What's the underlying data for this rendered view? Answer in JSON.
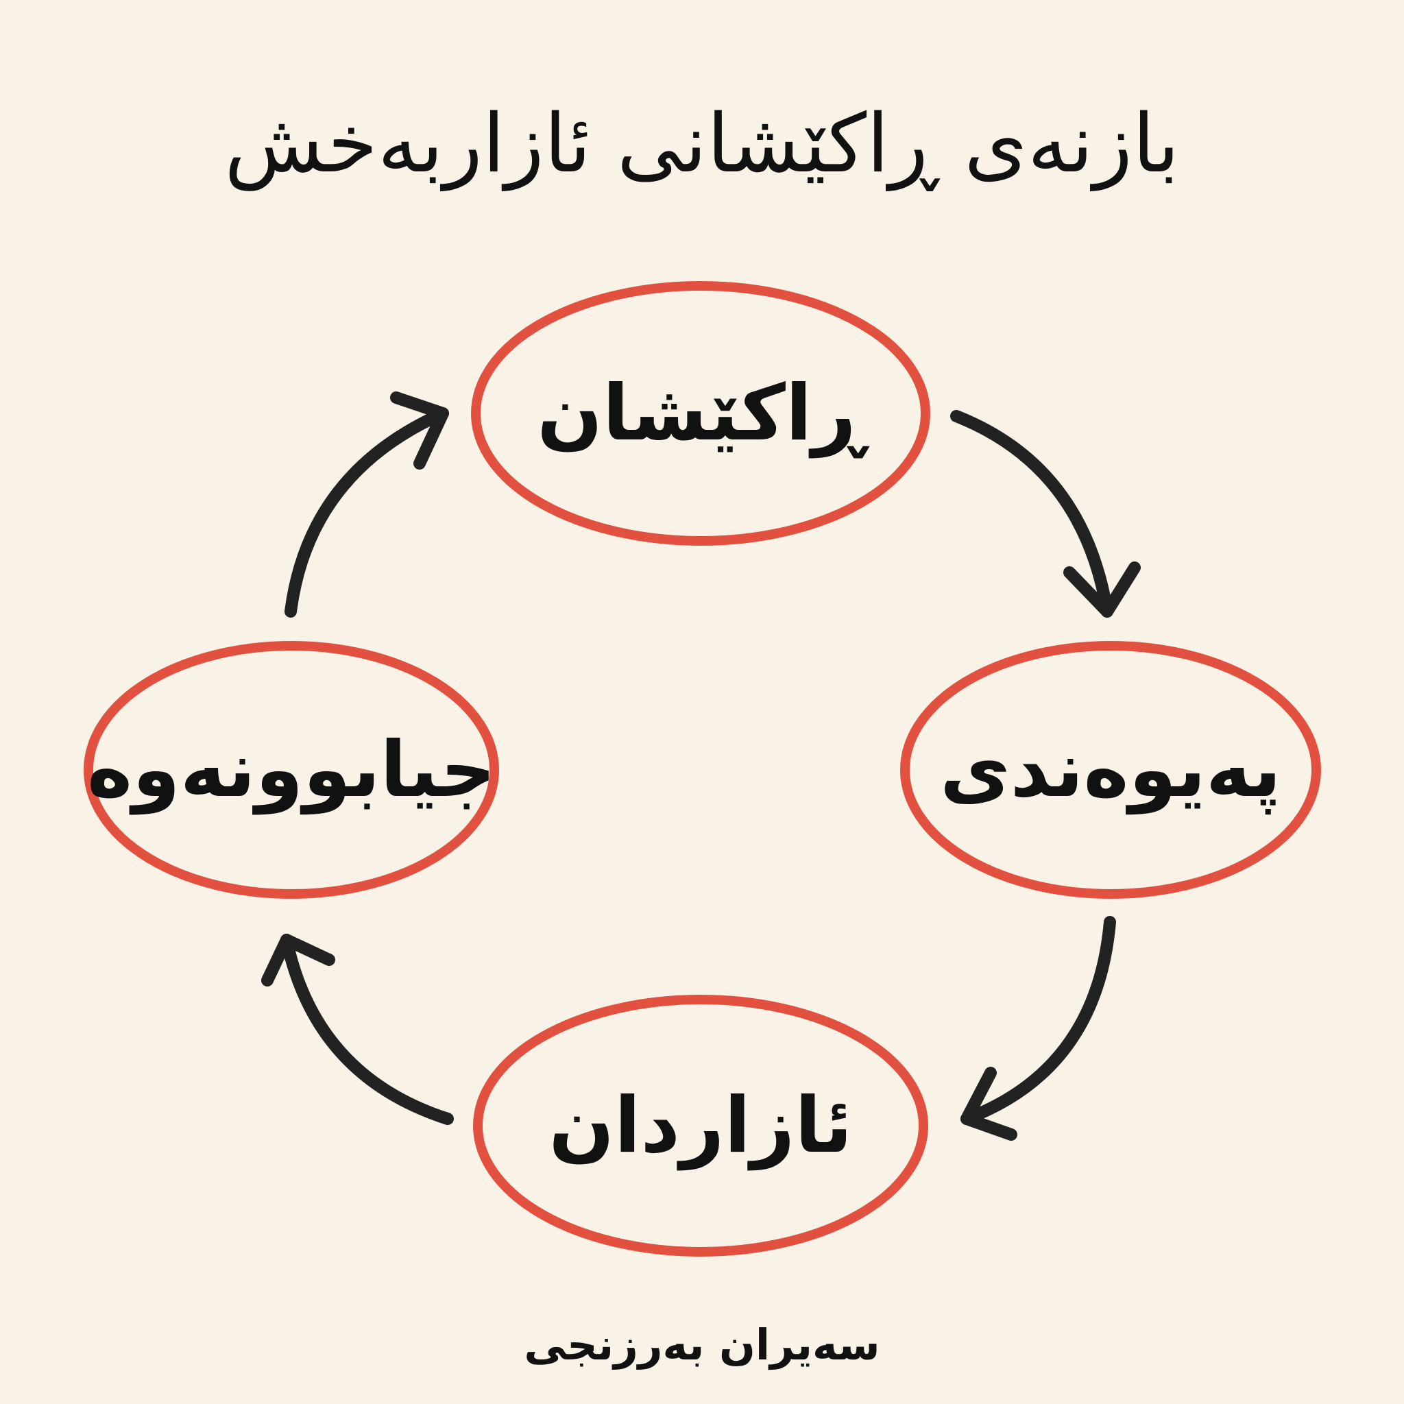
{
  "title": "بازنەی ڕاکێشانی ئازاربەخش",
  "nodes": {
    "attraction": "ڕاکێشان",
    "relationship": "پەیوەندی",
    "abuse": "ئازاردان",
    "separation": "جیابوونەوە"
  },
  "author": "سەیران بەرزنجی",
  "colors": {
    "background": "#f8f2e7",
    "ellipse": "#e2503f",
    "arrow": "#222222",
    "text": "#111111"
  }
}
